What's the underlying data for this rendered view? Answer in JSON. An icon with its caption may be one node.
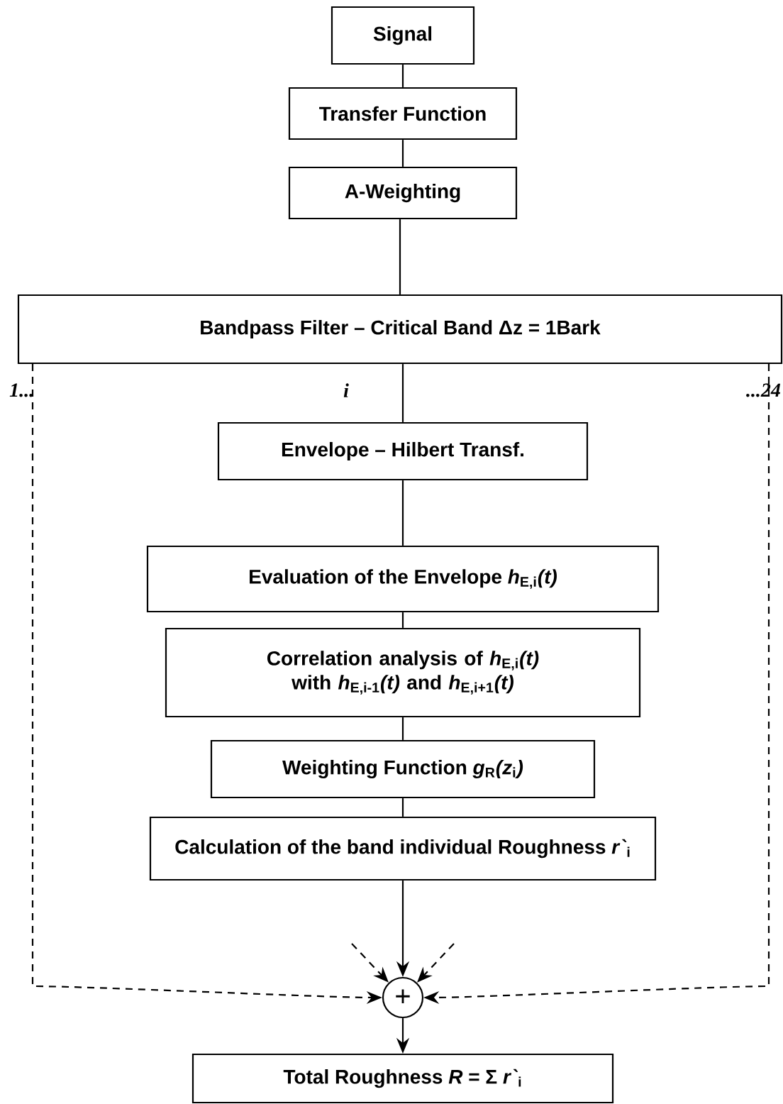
{
  "diagram": {
    "nodes": [
      {
        "text": [
          "Signal"
        ]
      },
      {
        "text": [
          "Transfer Function"
        ]
      },
      {
        "text": [
          "A-Weighting"
        ]
      },
      {
        "text": [
          "Bandpass Filter – Critical Band Δz = 1Bark"
        ]
      },
      {
        "text": [
          "Envelope – Hilbert Transf."
        ]
      },
      {
        "text": [
          "Evaluation of the Envelope *h*$_{E,i}$*(t)*"
        ]
      },
      {
        "text": [
          "Correlation analysis of *h*$_{E,i}$*(t)* with *h*$_{E,i-1}$*(t)* and *h*$_{E,i+1}$*(t)*"
        ]
      },
      {
        "text": [
          "Weighting Function *g*$_{R}$*(z*$_{i}$*)*"
        ]
      },
      {
        "text": [
          "Calculation of the band individual Roughness *r`*$_{i}$"
        ]
      },
      {
        "text": [
          "+"
        ]
      },
      {
        "text": [
          "Total Roughness *R* = Σ *r`*$_{i}$"
        ]
      }
    ],
    "edges": [
      {
        "from": 0,
        "to": 1,
        "arrow": "none"
      },
      {
        "from": 1,
        "to": 2,
        "arrow": "none"
      },
      {
        "from": 2,
        "to": 3,
        "arrow": "none"
      },
      {
        "from": 3,
        "to": 4,
        "arrow": "none",
        "label": "i"
      },
      {
        "from": 4,
        "to": 5,
        "arrow": "none"
      },
      {
        "from": 5,
        "to": 6,
        "arrow": "none"
      },
      {
        "from": 6,
        "to": 7,
        "arrow": "none"
      },
      {
        "from": 7,
        "to": 8,
        "arrow": "none"
      },
      {
        "from": 8,
        "to": 9,
        "arrow": "to"
      },
      {
        "from": 9,
        "to": 10,
        "arrow": "to"
      },
      {
        "from": 3,
        "to": 9,
        "arrow": "to",
        "style": "dashed",
        "label": "1..."
      },
      {
        "from": 3,
        "to": 9,
        "arrow": "to",
        "style": "dashed",
        "label": "...24"
      },
      {
        "from": null,
        "to": 9,
        "arrow": "to",
        "style": "dashed"
      },
      {
        "from": null,
        "to": 9,
        "arrow": "to",
        "style": "dashed"
      }
    ]
  }
}
